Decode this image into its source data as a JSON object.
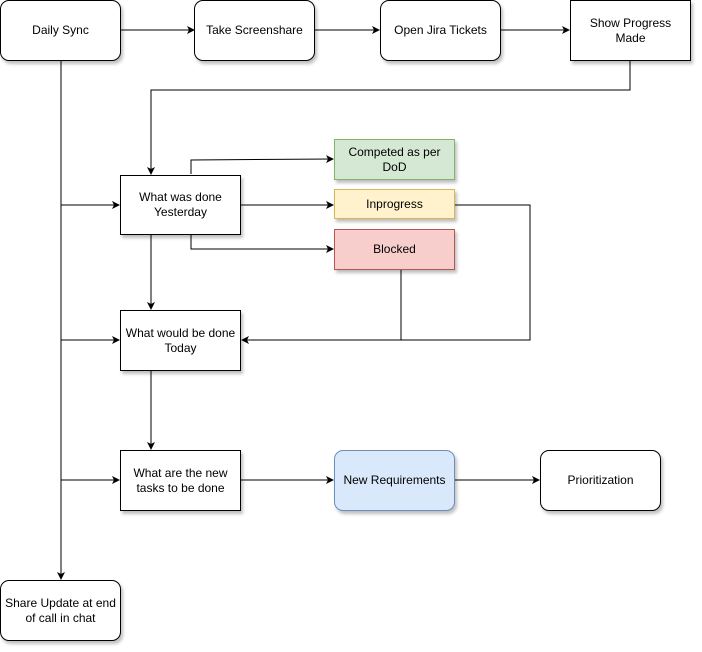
{
  "nodes": {
    "daily_sync": "Daily Sync",
    "take_screenshare": "Take Screenshare",
    "open_jira": "Open Jira Tickets",
    "show_progress": "Show Progress Made",
    "yesterday": "What was done Yesterday",
    "completed": "Competed as per DoD",
    "inprogress": "Inprogress",
    "blocked": "Blocked",
    "today": "What would be done Today",
    "new_tasks": "What are the new tasks to be done",
    "new_requirements": "New Requirements",
    "prioritization": "Prioritization",
    "share_update": "Share Update at end of call in chat"
  },
  "colors": {
    "completed_fill": "#d5e8d4",
    "inprogress_fill": "#fff2cc",
    "blocked_fill": "#f8cecc",
    "requirements_fill": "#dae8fc"
  }
}
